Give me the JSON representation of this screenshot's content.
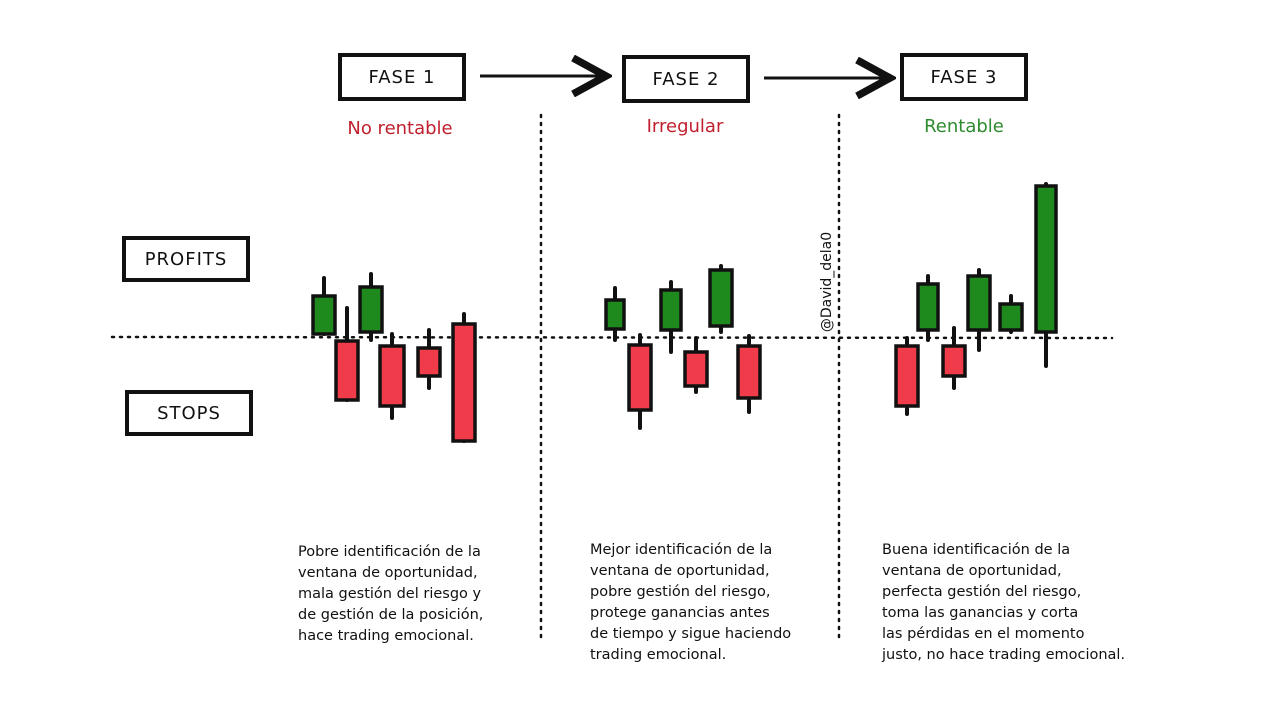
{
  "phases": [
    {
      "label": "FASE 1",
      "status": "No rentable",
      "status_color": "#c0202e",
      "description": "Pobre identificación de la\nventana de oportunidad,\nmala gestión del riesgo y\nde gestión de la posición,\nhace trading emocional."
    },
    {
      "label": "FASE 2",
      "status": "Irregular",
      "status_color": "#c0202e",
      "description": "Mejor identificación de la\nventana de oportunidad,\npobre gestión del riesgo,\nprotege ganancias antes\nde tiempo y sigue haciendo\ntrading emocional."
    },
    {
      "label": "FASE 3",
      "status": "Rentable",
      "status_color": "#2e8b2e",
      "description": "Buena identificación de la\nventana de oportunidad,\nperfecta gestión del riesgo,\ntoma las ganancias y corta\nlas pérdidas en el momento\njusto, no hace trading emocional."
    }
  ],
  "side_labels": {
    "profits": "PROFITS",
    "stops": "STOPS"
  },
  "watermark": "@David_dela0",
  "colors": {
    "profit": "#1e8a1e",
    "stop": "#f03c4a",
    "outline": "#111111"
  }
}
